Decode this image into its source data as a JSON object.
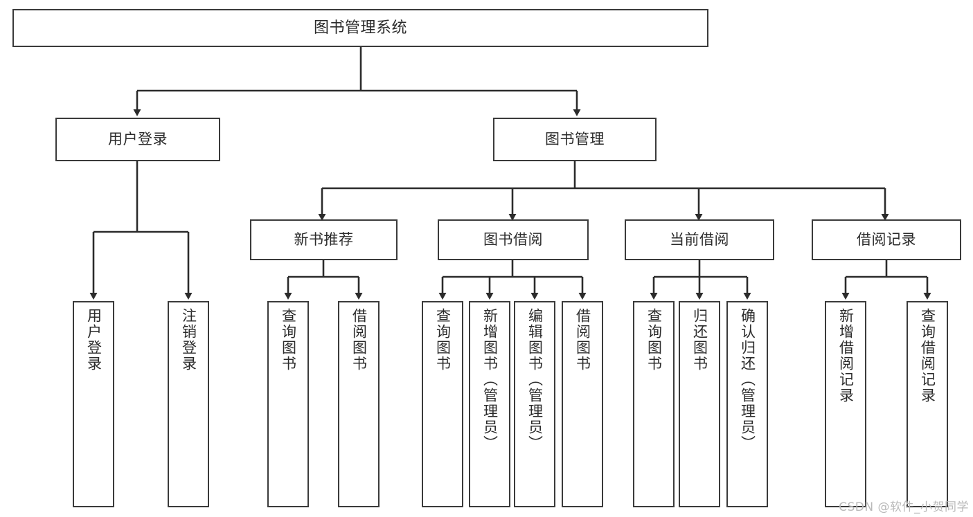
{
  "diagram": {
    "title": "图书管理系统",
    "watermark": "CSDN @软件_小贺同学",
    "colors": {
      "background": "#ffffff",
      "box_border": "#3a3a3a",
      "connector": "#2b2b2b",
      "text": "#2b2b2b",
      "watermark": "#b9b9b9"
    },
    "levels": {
      "root": "图书管理系统",
      "level2": [
        "用户登录",
        "图书管理"
      ],
      "level3": [
        "新书推荐",
        "图书借阅",
        "当前借阅",
        "借阅记录"
      ]
    }
  },
  "nodes": {
    "root": {
      "label": "图书管理系统"
    },
    "user_login": {
      "label": "用户登录"
    },
    "book_manage": {
      "label": "图书管理"
    },
    "new_book_rec": {
      "label": "新书推荐"
    },
    "book_borrow": {
      "label": "图书借阅"
    },
    "current_borrow": {
      "label": "当前借阅"
    },
    "borrow_record": {
      "label": "借阅记录"
    },
    "leaf_user_login": {
      "label": "用户登录"
    },
    "leaf_logout": {
      "label": "注销登录"
    },
    "leaf_query_book_1": {
      "label": "查询图书"
    },
    "leaf_borrow_book_1": {
      "label": "借阅图书"
    },
    "leaf_query_book_2": {
      "label": "查询图书"
    },
    "leaf_add_book_admin": {
      "label": "新增图书（管理员）"
    },
    "leaf_edit_book_admin": {
      "label": "编辑图书（管理员）"
    },
    "leaf_borrow_book_2": {
      "label": "借阅图书"
    },
    "leaf_query_book_3": {
      "label": "查询图书"
    },
    "leaf_return_book": {
      "label": "归还图书"
    },
    "leaf_confirm_return_admin": {
      "label": "确认归还（管理员）"
    },
    "leaf_add_record": {
      "label": "新增借阅记录"
    },
    "leaf_query_record": {
      "label": "查询借阅记录"
    }
  }
}
